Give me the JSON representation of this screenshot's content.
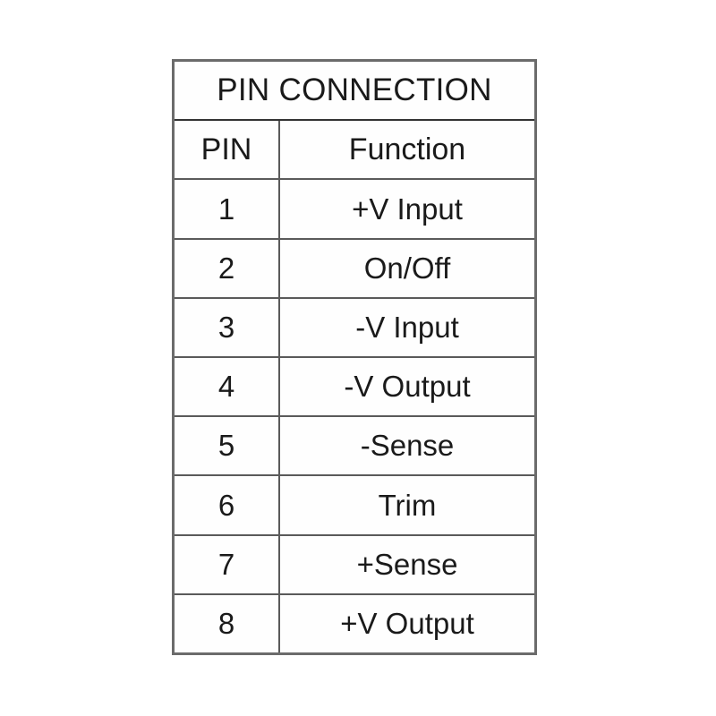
{
  "table": {
    "title": "PIN CONNECTION",
    "columns": [
      "PIN",
      "Function"
    ],
    "rows": [
      {
        "pin": "1",
        "function": "+V Input"
      },
      {
        "pin": "2",
        "function": "On/Off"
      },
      {
        "pin": "3",
        "function": "-V Input"
      },
      {
        "pin": "4",
        "function": "-V Output"
      },
      {
        "pin": "5",
        "function": "-Sense"
      },
      {
        "pin": "6",
        "function": "Trim"
      },
      {
        "pin": "7",
        "function": "+Sense"
      },
      {
        "pin": "8",
        "function": "+V Output"
      }
    ]
  },
  "colors": {
    "page_background": "#ffffff",
    "cell_background": "#fefefe",
    "outer_border": "#6b6b6b",
    "inner_border": "#5a5a5a",
    "text": "#1a1a1a"
  }
}
